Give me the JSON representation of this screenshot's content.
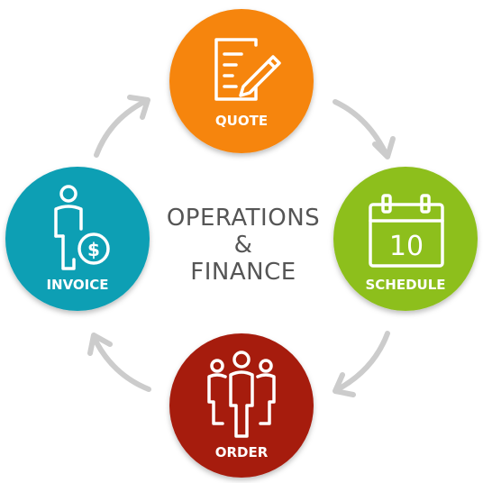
{
  "center": {
    "line1": "OPERATIONS",
    "line2": "&",
    "line3": "FINANCE"
  },
  "steps": [
    {
      "label": "QUOTE",
      "color": "#F6850F",
      "icon": "quote-document-pen-icon"
    },
    {
      "label": "SCHEDULE",
      "color": "#8DBF1F",
      "icon": "calendar-icon",
      "icon_text": "10"
    },
    {
      "label": "ORDER",
      "color": "#A61B0F",
      "icon": "people-group-icon"
    },
    {
      "label": "INVOICE",
      "color": "#0F9FB4",
      "icon": "person-dollar-icon",
      "icon_text": "$"
    }
  ],
  "arrow_color": "#CCCCCC"
}
